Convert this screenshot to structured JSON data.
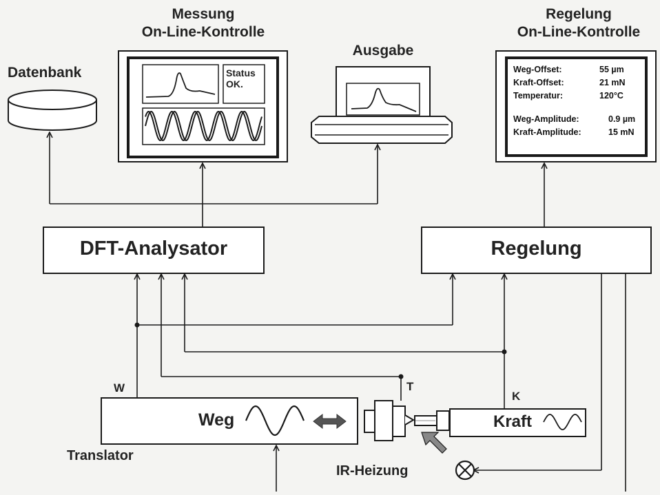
{
  "top": {
    "messung_title": [
      "Messung",
      "On-Line-Kontrolle"
    ],
    "regelung_title": [
      "Regelung",
      "On-Line-Kontrolle"
    ],
    "ausgabe_title": "Ausgabe",
    "datenbank_label": "Datenbank",
    "status_text": [
      "Status",
      "OK."
    ]
  },
  "regelung_monitor": {
    "rows": [
      {
        "label": "Weg-Offset:",
        "value": "55 µm"
      },
      {
        "label": "Kraft-Offset:",
        "value": "21 mN"
      },
      {
        "label": "Temperatur:",
        "value": "120°C"
      },
      {
        "label": "Weg-Amplitude:",
        "value": "0.9 µm"
      },
      {
        "label": "Kraft-Amplitude:",
        "value": "15 mN"
      }
    ]
  },
  "blocks": {
    "dft": "DFT-Analysator",
    "regelung": "Regelung",
    "weg": "Weg",
    "kraft": "Kraft",
    "translator": "Translator",
    "ir_heizung": "IR-Heizung"
  },
  "signals": {
    "w": "W",
    "t": "T",
    "k": "K"
  },
  "colors": {
    "line": "#1a1a1a",
    "background": "#f4f4f2",
    "accent": "#777777"
  }
}
